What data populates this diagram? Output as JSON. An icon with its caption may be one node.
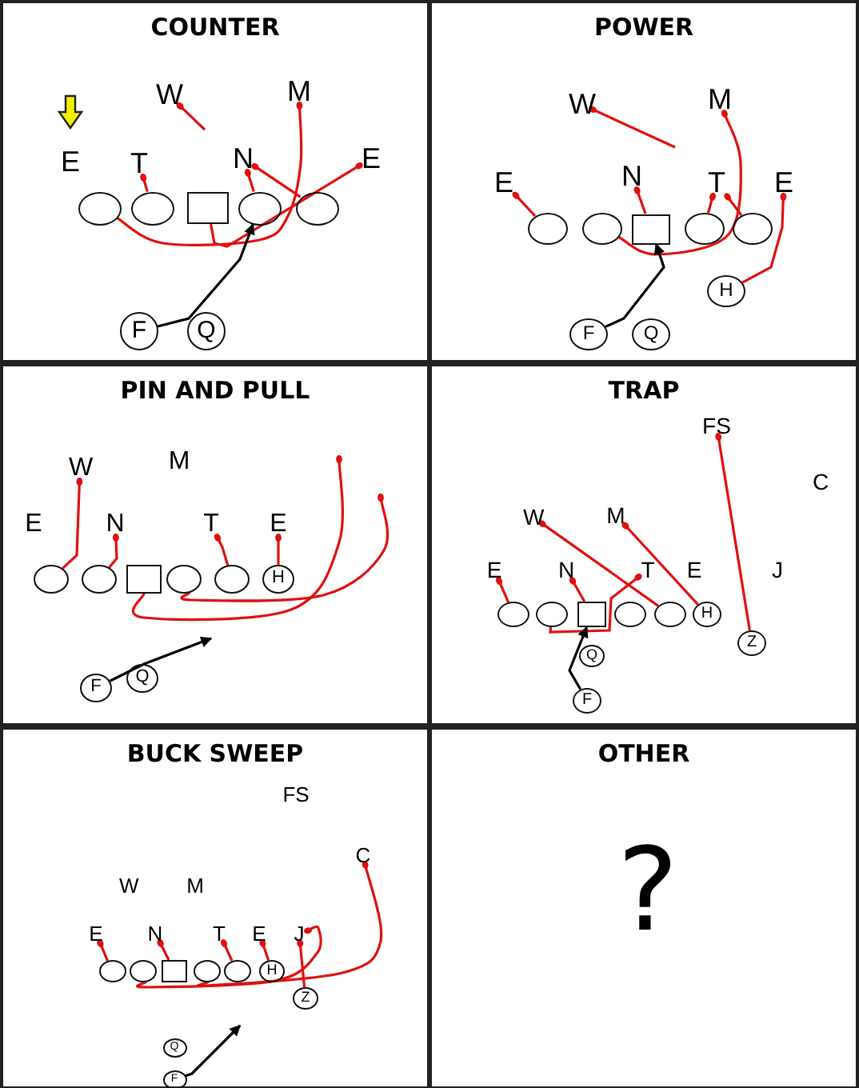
{
  "diagram": {
    "nodes": [
      {
        "text": [
          "COUNTER"
        ]
      },
      {
        "text": [
          "W"
        ],
        "in": 0
      },
      {
        "text": [
          "M"
        ],
        "in": 0
      },
      {
        "text": [
          "E"
        ],
        "in": 0
      },
      {
        "text": [
          "T"
        ],
        "in": 0
      },
      {
        "text": [
          "N"
        ],
        "in": 0
      },
      {
        "text": [
          "E"
        ],
        "in": 0
      },
      {
        "text": [],
        "shape": "ellipse",
        "in": 0
      },
      {
        "text": [],
        "shape": "ellipse",
        "in": 0
      },
      {
        "text": [],
        "shape": "box",
        "in": 0
      },
      {
        "text": [],
        "shape": "ellipse",
        "in": 0
      },
      {
        "text": [],
        "shape": "ellipse",
        "in": 0
      },
      {
        "text": [
          "F"
        ],
        "in": 0
      },
      {
        "text": [
          "Q"
        ],
        "in": 0
      },
      {
        "text": [
          "POWER"
        ]
      },
      {
        "text": [
          "W"
        ],
        "in": 14
      },
      {
        "text": [
          "M"
        ],
        "in": 14
      },
      {
        "text": [
          "E"
        ],
        "in": 14
      },
      {
        "text": [
          "N"
        ],
        "in": 14
      },
      {
        "text": [
          "T"
        ],
        "in": 14
      },
      {
        "text": [
          "E"
        ],
        "in": 14
      },
      {
        "text": [],
        "shape": "ellipse",
        "in": 14
      },
      {
        "text": [],
        "shape": "ellipse",
        "in": 14
      },
      {
        "text": [],
        "shape": "box",
        "in": 14
      },
      {
        "text": [],
        "shape": "ellipse",
        "in": 14
      },
      {
        "text": [],
        "shape": "ellipse",
        "in": 14
      },
      {
        "text": [
          "H"
        ],
        "in": 14
      },
      {
        "text": [
          "F"
        ],
        "in": 14
      },
      {
        "text": [
          "Q"
        ],
        "in": 14
      },
      {
        "text": [
          "PIN AND PULL"
        ]
      },
      {
        "text": [
          "W"
        ],
        "in": 29
      },
      {
        "text": [
          "M"
        ],
        "in": 29
      },
      {
        "text": [
          "E"
        ],
        "in": 29
      },
      {
        "text": [
          "N"
        ],
        "in": 29
      },
      {
        "text": [
          "T"
        ],
        "in": 29
      },
      {
        "text": [
          "E"
        ],
        "in": 29
      },
      {
        "text": [],
        "shape": "ellipse",
        "in": 29
      },
      {
        "text": [],
        "shape": "ellipse",
        "in": 29
      },
      {
        "text": [],
        "shape": "box",
        "in": 29
      },
      {
        "text": [],
        "shape": "ellipse",
        "in": 29
      },
      {
        "text": [],
        "shape": "ellipse",
        "in": 29
      },
      {
        "text": [
          "H"
        ],
        "in": 29
      },
      {
        "text": [
          "F"
        ],
        "in": 29
      },
      {
        "text": [
          "Q"
        ],
        "in": 29
      },
      {
        "text": [
          "TRAP"
        ]
      },
      {
        "text": [
          "FS"
        ],
        "in": 44
      },
      {
        "text": [
          "C"
        ],
        "in": 44
      },
      {
        "text": [
          "W"
        ],
        "in": 44
      },
      {
        "text": [
          "M"
        ],
        "in": 44
      },
      {
        "text": [
          "E"
        ],
        "in": 44
      },
      {
        "text": [
          "N"
        ],
        "in": 44
      },
      {
        "text": [
          "T"
        ],
        "in": 44
      },
      {
        "text": [
          "E"
        ],
        "in": 44
      },
      {
        "text": [
          "J"
        ],
        "in": 44
      },
      {
        "text": [],
        "shape": "ellipse",
        "in": 44
      },
      {
        "text": [],
        "shape": "ellipse",
        "in": 44
      },
      {
        "text": [],
        "shape": "box",
        "in": 44
      },
      {
        "text": [],
        "shape": "ellipse",
        "in": 44
      },
      {
        "text": [],
        "shape": "ellipse",
        "in": 44
      },
      {
        "text": [
          "H"
        ],
        "in": 44
      },
      {
        "text": [
          "Q"
        ],
        "in": 44
      },
      {
        "text": [
          "Z"
        ],
        "in": 44
      },
      {
        "text": [
          "F"
        ],
        "in": 44
      },
      {
        "text": [
          "BUCK SWEEP"
        ]
      },
      {
        "text": [
          "FS"
        ],
        "in": 63
      },
      {
        "text": [
          "C"
        ],
        "in": 63
      },
      {
        "text": [
          "W"
        ],
        "in": 63
      },
      {
        "text": [
          "M"
        ],
        "in": 63
      },
      {
        "text": [
          "E"
        ],
        "in": 63
      },
      {
        "text": [
          "N"
        ],
        "in": 63
      },
      {
        "text": [
          "T"
        ],
        "in": 63
      },
      {
        "text": [
          "E"
        ],
        "in": 63
      },
      {
        "text": [
          "J"
        ],
        "in": 63
      },
      {
        "text": [],
        "shape": "ellipse",
        "in": 63
      },
      {
        "text": [],
        "shape": "ellipse",
        "in": 63
      },
      {
        "text": [],
        "shape": "box",
        "in": 63
      },
      {
        "text": [],
        "shape": "ellipse",
        "in": 63
      },
      {
        "text": [],
        "shape": "ellipse",
        "in": 63
      },
      {
        "text": [
          "H"
        ],
        "in": 63
      },
      {
        "text": [
          "Z"
        ],
        "in": 63
      },
      {
        "text": [
          "Q"
        ],
        "in": 63
      },
      {
        "text": [
          "F"
        ],
        "in": 63
      },
      {
        "text": [
          "OTHER",
          "?"
        ]
      }
    ],
    "edges": [
      {
        "from": 8,
        "to": 4,
        "arrow": "other"
      },
      {
        "from": 10,
        "to": 5,
        "arrow": "other"
      },
      {
        "from": 11,
        "to": 5,
        "arrow": "other"
      },
      {
        "from": null,
        "to": 1,
        "arrow": "other"
      },
      {
        "from": 7,
        "to": 2,
        "arrow": "other"
      },
      {
        "from": 9,
        "to": 6,
        "arrow": "other"
      },
      {
        "from": 12,
        "to": 10,
        "arrow": "to",
        "color": "#000000"
      },
      {
        "from": 21,
        "to": 17,
        "arrow": "other"
      },
      {
        "from": 23,
        "to": 18,
        "arrow": "other"
      },
      {
        "from": 24,
        "to": 19,
        "arrow": "other"
      },
      {
        "from": 25,
        "to": 19,
        "arrow": "other"
      },
      {
        "from": null,
        "to": 15,
        "arrow": "other"
      },
      {
        "from": 22,
        "to": 16,
        "arrow": "other"
      },
      {
        "from": 26,
        "to": 20,
        "arrow": "other"
      },
      {
        "from": 27,
        "to": 23,
        "arrow": "to",
        "color": "#000000"
      },
      {
        "from": 36,
        "to": 30,
        "arrow": "other"
      },
      {
        "from": 37,
        "to": 33,
        "arrow": "other"
      },
      {
        "from": 40,
        "to": 34,
        "arrow": "other"
      },
      {
        "from": 41,
        "to": 35,
        "arrow": "other"
      },
      {
        "from": 39,
        "to": null,
        "arrow": "other"
      },
      {
        "from": 38,
        "to": null,
        "arrow": "other"
      },
      {
        "from": 42,
        "to": null,
        "arrow": "to",
        "color": "#000000"
      },
      {
        "from": 54,
        "to": 49,
        "arrow": "other"
      },
      {
        "from": 56,
        "to": 50,
        "arrow": "other"
      },
      {
        "from": 55,
        "to": 51,
        "arrow": "other"
      },
      {
        "from": 58,
        "to": 47,
        "arrow": "other"
      },
      {
        "from": 59,
        "to": 48,
        "arrow": "other"
      },
      {
        "from": 61,
        "to": 45,
        "arrow": "other"
      },
      {
        "from": 62,
        "to": 56,
        "arrow": "to",
        "color": "#000000"
      },
      {
        "from": 73,
        "to": 68,
        "arrow": "other"
      },
      {
        "from": 75,
        "to": 69,
        "arrow": "other"
      },
      {
        "from": 77,
        "to": 70,
        "arrow": "other"
      },
      {
        "from": 78,
        "to": 71,
        "arrow": "other"
      },
      {
        "from": 79,
        "to": 72,
        "arrow": "other"
      },
      {
        "from": 74,
        "to": 72,
        "arrow": "other"
      },
      {
        "from": 76,
        "to": 65,
        "arrow": "other"
      },
      {
        "from": 81,
        "to": null,
        "arrow": "to",
        "color": "#000000"
      }
    ]
  }
}
